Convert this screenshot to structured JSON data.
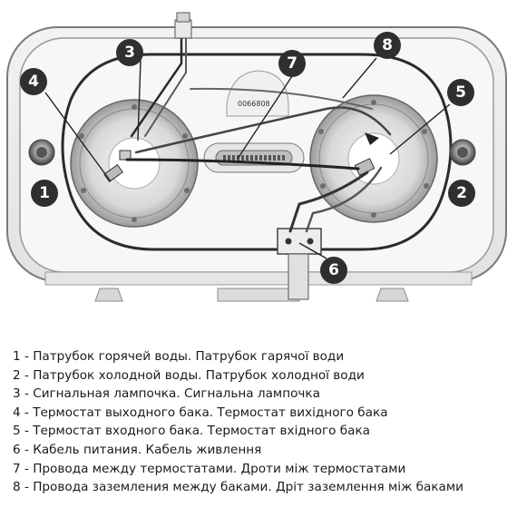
{
  "diagram": {
    "pcb_code": "0066808",
    "callouts": [
      "1",
      "2",
      "3",
      "4",
      "5",
      "6",
      "7",
      "8"
    ]
  },
  "legend": [
    "1 - Патрубок горячей воды. Патрубок гарячої води",
    "2 - Патрубок холодной воды. Патрубок холодної води",
    "3 - Сигнальная лампочка. Сигнальна лампочка",
    "4 - Термостат выходного бака. Термостат вихідного бака",
    "5 - Термостат входного бака. Термостат вхідного бака",
    "6 - Кабель питания. Кабель живлення",
    "7 - Провода между термостатами. Дроти між термостатами",
    "8 - Провода заземления между баками. Дріт заземлення між баками"
  ]
}
